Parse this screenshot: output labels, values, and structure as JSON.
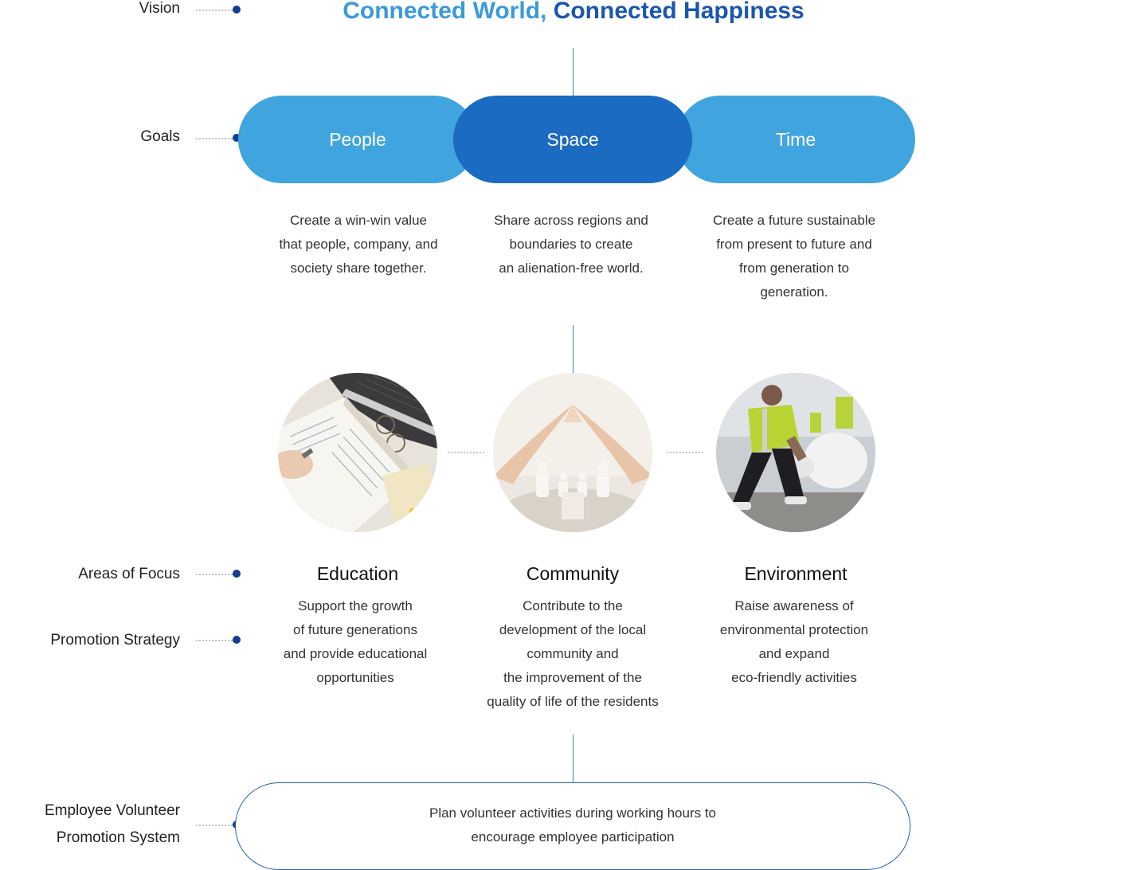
{
  "vision": {
    "label": "Vision",
    "title_part1": "Connected World, ",
    "title_part2": "Connected Happiness"
  },
  "goals": {
    "label": "Goals",
    "items": [
      {
        "name": "People",
        "description": [
          "Create a win-win value",
          "that people, company, and",
          "society share together."
        ]
      },
      {
        "name": "Space",
        "description": [
          "Share across regions and",
          "boundaries to create",
          "an alienation-free world."
        ]
      },
      {
        "name": "Time",
        "description": [
          "Create a future sustainable",
          "from present to future and",
          "from generation to",
          "generation."
        ]
      }
    ]
  },
  "focus": {
    "label": "Areas of Focus",
    "strategy_label": "Promotion Strategy",
    "items": [
      {
        "name": "Education",
        "image": "study-photo",
        "strategy": [
          "Support the growth",
          "of future generations",
          "and provide educational",
          "opportunities"
        ]
      },
      {
        "name": "Community",
        "image": "sheltering-hands-photo",
        "strategy": [
          "Contribute to the",
          "development of the local",
          "community and",
          "the improvement of the",
          "quality of life of the residents"
        ]
      },
      {
        "name": "Environment",
        "image": "cleanup-volunteers-photo",
        "strategy": [
          "Raise awareness of",
          "environmental protection",
          "and expand",
          "eco-friendly activities"
        ]
      }
    ]
  },
  "volunteer": {
    "label_line1": "Employee Volunteer",
    "label_line2": "Promotion System",
    "text_line1": "Plan volunteer activities during working hours to",
    "text_line2": "encourage employee participation"
  },
  "colors": {
    "pill_light": "#40a4df",
    "pill_dark": "#1c6bc2",
    "title_light": "#3b9ad9",
    "title_dark": "#1b56ad",
    "dot": "#163b8f"
  }
}
